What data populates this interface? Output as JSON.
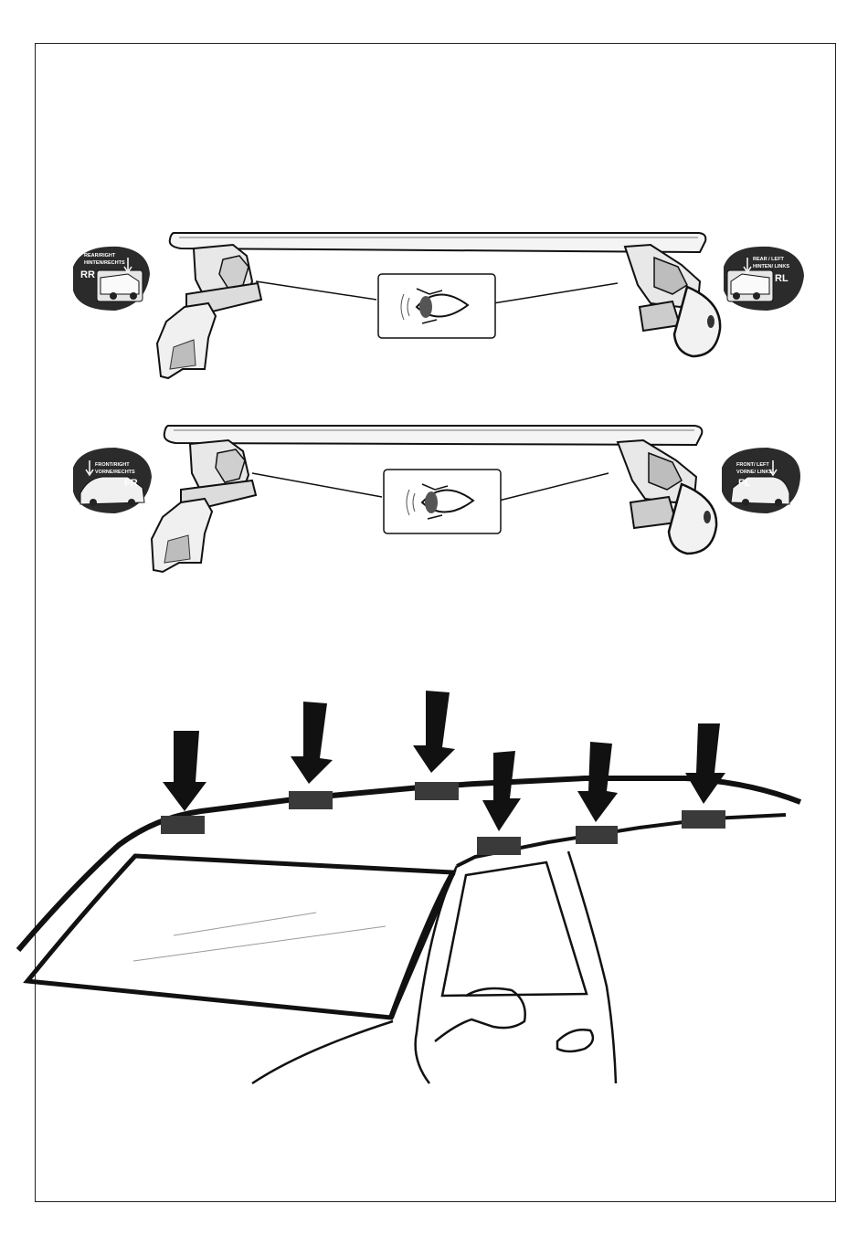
{
  "badges": {
    "rr": {
      "line1": "REAR/RIGHT",
      "line2": "HINTEN/RECHTS",
      "code": "RR"
    },
    "rl": {
      "line1": "REAR / LEFT",
      "line2": "HINTEN/ LINKS",
      "code": "RL"
    },
    "fr": {
      "line1": "FRONT/RIGHT",
      "line2": "VORNE/RECHTS",
      "code": "FR"
    },
    "fl": {
      "line1": "FRONT/ LEFT",
      "line2": "VORNE/ LINKS",
      "code": "FL"
    }
  },
  "colors": {
    "ink": "#111111",
    "badge_bg": "#2b2b2b",
    "pad": "#3a3a3a",
    "bar_fill": "#f4f4f4"
  }
}
